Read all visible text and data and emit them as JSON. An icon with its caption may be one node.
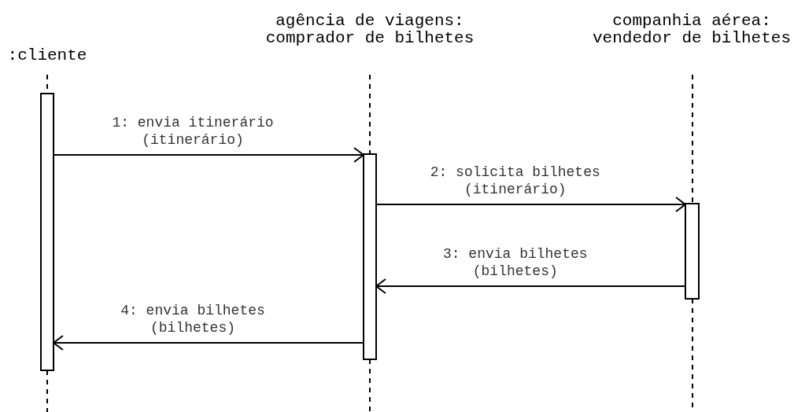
{
  "diagram": {
    "nodes": [
      {
        "text": [
          ":cliente"
        ]
      },
      {
        "text": [
          "agência de viagens: comprador de bilhetes"
        ]
      },
      {
        "text": [
          "companhia aérea: vendedor de bilhetes"
        ]
      },
      {
        "text": [],
        "shape": "bar"
      },
      {
        "text": [],
        "shape": "bar"
      },
      {
        "text": [],
        "shape": "bar"
      }
    ],
    "edges": [
      {
        "from": 3,
        "to": 4,
        "arrow": "to",
        "label": "1: envia itinerário (itinerário)"
      },
      {
        "from": 4,
        "to": 5,
        "arrow": "to",
        "label": "2: solicita bilhetes (itinerário)"
      },
      {
        "from": 5,
        "to": 4,
        "arrow": "to",
        "label": "3: envia bilhetes (bilhetes)"
      },
      {
        "from": 4,
        "to": 3,
        "arrow": "to",
        "label": "4: envia bilhetes (bilhetes)"
      }
    ]
  }
}
